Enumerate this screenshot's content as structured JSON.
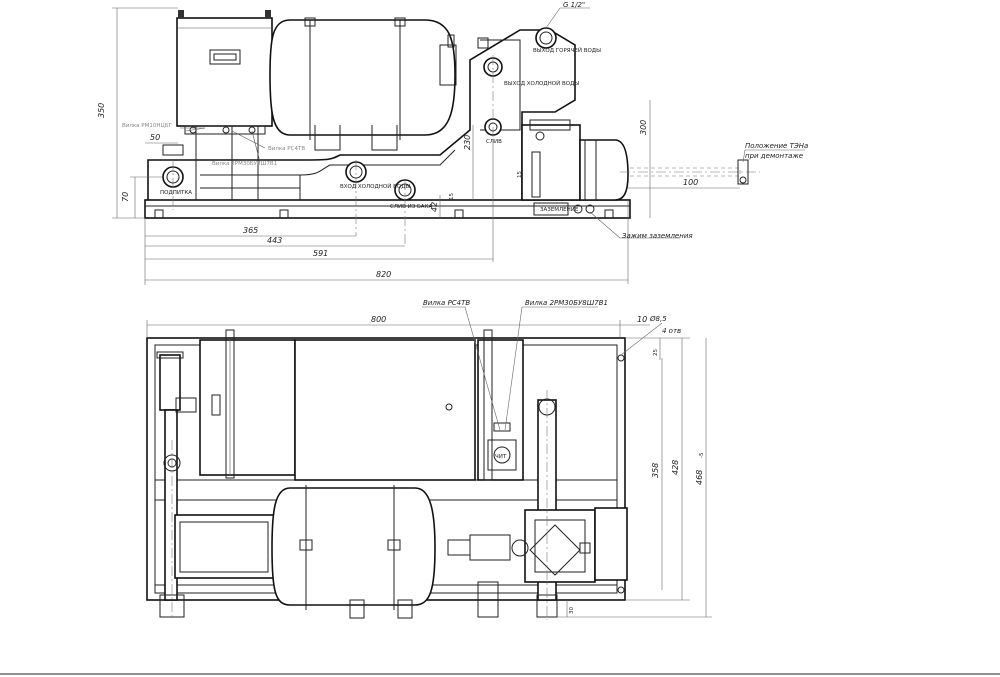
{
  "top_view": {
    "dims": {
      "height_350": "350",
      "d50": "50",
      "d70": "70",
      "d365": "365",
      "d443": "443",
      "d591": "591",
      "d820": "820",
      "d230": "230",
      "d300": "300",
      "d100": "100",
      "d42": "42",
      "d15a": "15",
      "d15b": "15"
    },
    "thread_label": "G 1/2\"",
    "callouts": {
      "vilka_rsh": "Вилка РМ10НЦБГ",
      "vilka_rs": "Вилка РС4ТВ",
      "vilka_2rm": "Вилка 2РМ30БУ8Ш7В1",
      "grounding": "Зажим заземления",
      "installation_line1": "Положение ТЭНа",
      "installation_line2": "при демонтаже"
    },
    "port_labels": {
      "gas_out": "ВЫХОД ГОРЯЧЕЙ ВОДЫ",
      "cold_out": "ВЫХОД ХОЛОДНОЙ ВОДЫ",
      "drain": "СЛИВ",
      "cold_in": "ВХОД ХОЛОДНОЙ ВОДЫ",
      "drain_tank": "СЛИВ ИЗ БАКА",
      "makeup": "ПОДПИТКА"
    }
  },
  "bottom_view": {
    "dims": {
      "d800": "800",
      "d10": "10",
      "d85": "Ø8,5",
      "d4holes": "4 отв",
      "d25": "25",
      "d358": "358",
      "d428": "428",
      "d468": "468",
      "d468_tol": "-5",
      "d30": "30"
    },
    "callouts": {
      "vilka_rs4tv": "Вилка РС4ТВ",
      "vilka_2rm": "Вилка 2РМ30БУ8Ш7В1"
    }
  }
}
